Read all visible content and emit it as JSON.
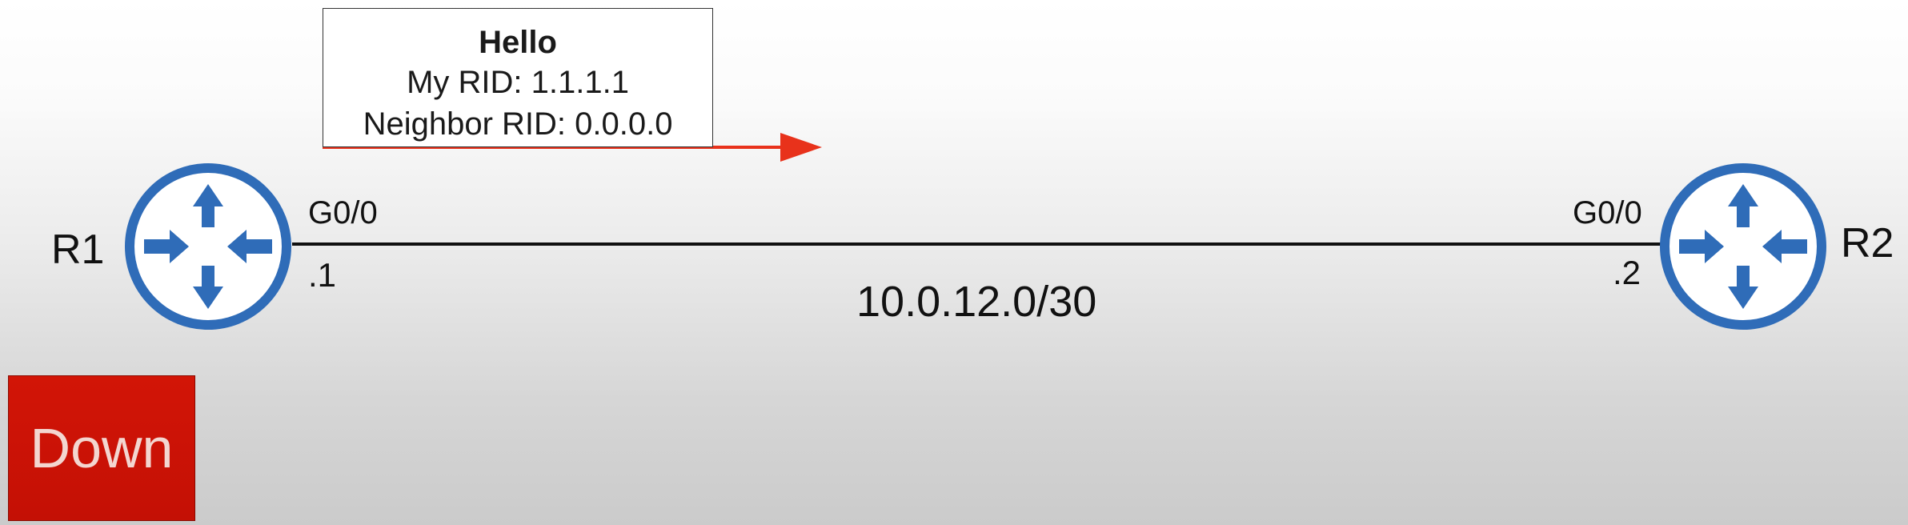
{
  "hello_message": {
    "title": "Hello",
    "my_rid": "My RID: 1.1.1.1",
    "neighbor_rid": "Neighbor RID: 0.0.0.0"
  },
  "routers": [
    {
      "name": "R1",
      "interface": "G0/0",
      "ip_suffix": ".1"
    },
    {
      "name": "R2",
      "interface": "G0/0",
      "ip_suffix": ".2"
    }
  ],
  "link": {
    "subnet": "10.0.12.0/30"
  },
  "neighbor_state": "Down",
  "colors": {
    "router_blue": "#2f6cb8",
    "arrow_red": "#e8321b",
    "state_red": "#c91206",
    "link_black": "#111111"
  },
  "icons": [
    "router-icon",
    "arrow-icon"
  ]
}
